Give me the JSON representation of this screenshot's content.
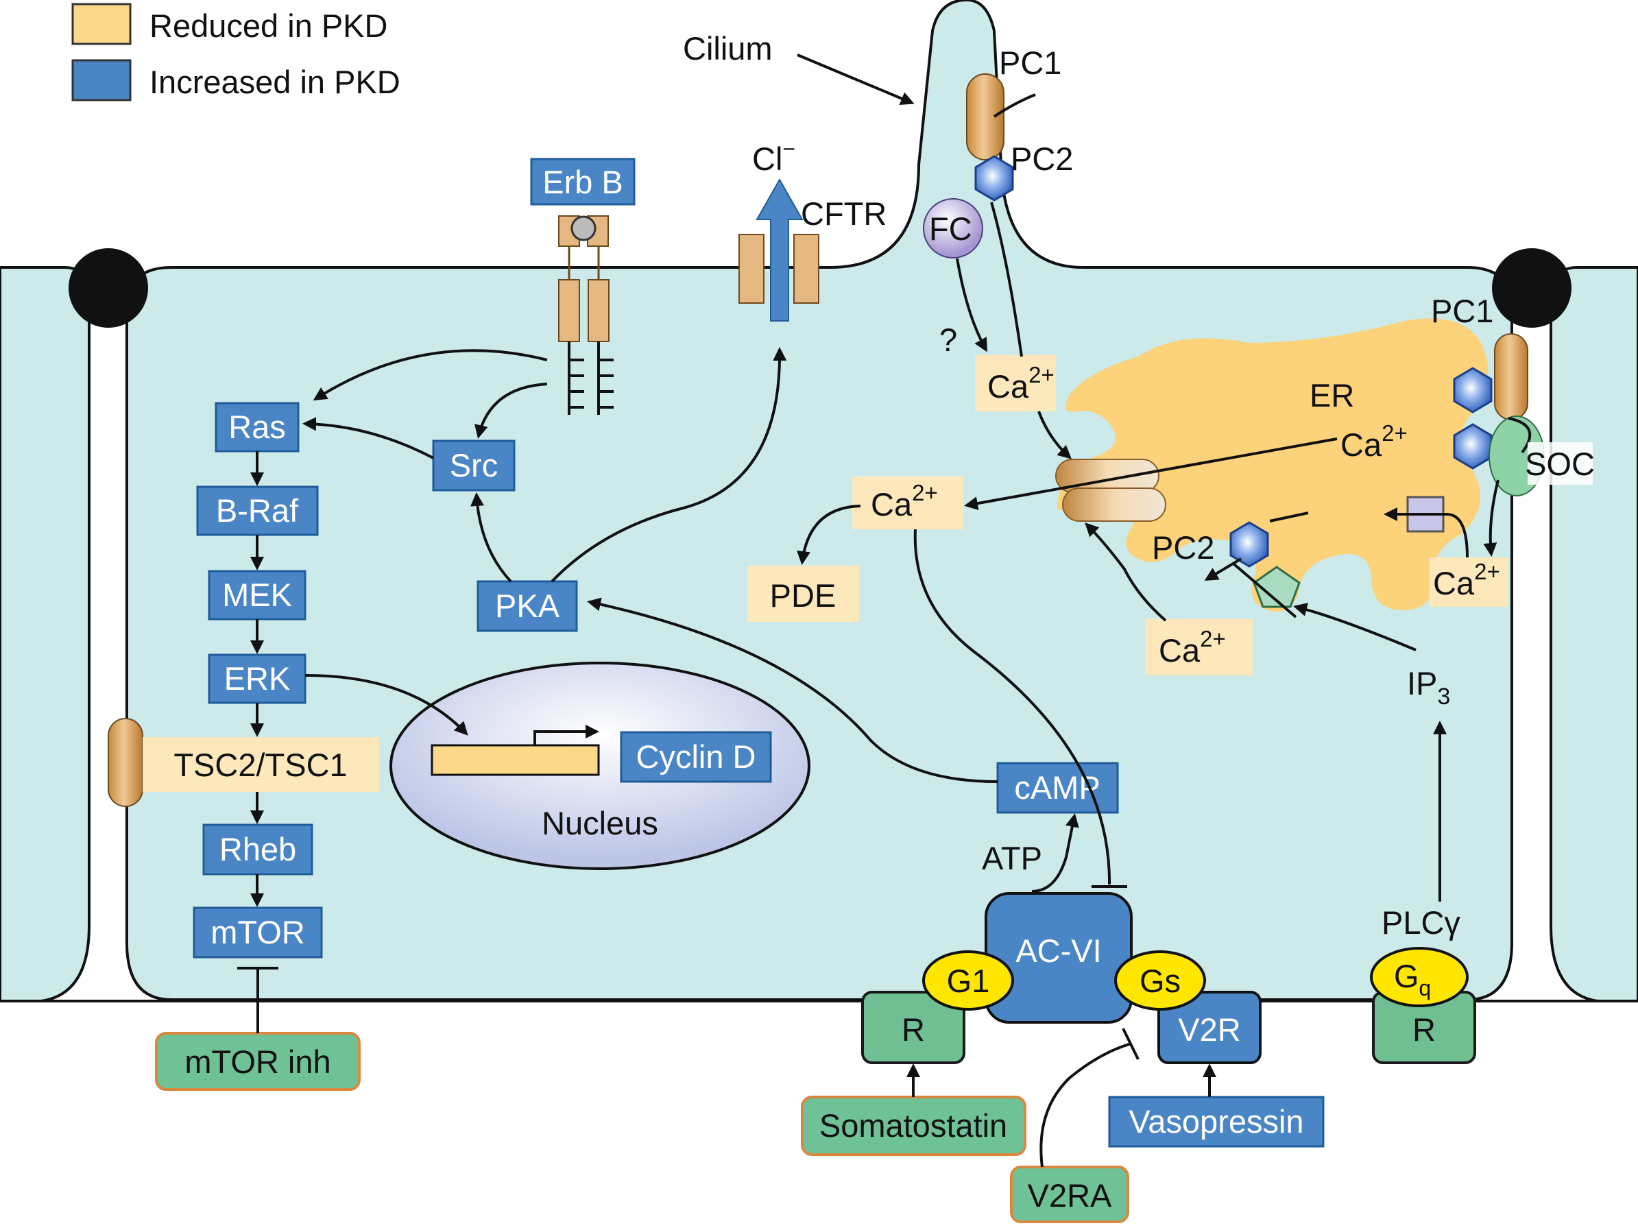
{
  "legend": {
    "reduced": {
      "label": "Reduced in PKD",
      "color": "#fcd98a"
    },
    "increased": {
      "label": "Increased in PKD",
      "color": "#4a86c6"
    }
  },
  "labels": {
    "cilium": "Cilium",
    "pc1_top": "PC1",
    "pc2_top": "PC2",
    "fc": "FC",
    "cl": "Cl",
    "cl_sup": "−",
    "cftr": "CFTR",
    "erbb": "Erb B",
    "question": "?",
    "pc1_right": "PC1",
    "er": "ER",
    "soc": "SOC",
    "pc2_er": "PC2",
    "ip3": "IP",
    "ip3_sub": "3",
    "plc": "PLCγ",
    "nucleus": "Nucleus",
    "atp": "ATP"
  },
  "calcium": {
    "base": "Ca",
    "sup": "2+"
  },
  "nodes": {
    "ras": "Ras",
    "braf": "B-Raf",
    "mek": "MEK",
    "erk": "ERK",
    "tsc": "TSC2/TSC1",
    "rheb": "Rheb",
    "mtor": "mTOR",
    "mtor_inh": "mTOR inh",
    "src": "Src",
    "pka": "PKA",
    "pde": "PDE",
    "cyclin": "Cyclin D",
    "camp": "cAMP",
    "acvi": "AC-VI",
    "g1": "G1",
    "gs": "Gs",
    "gq": "G",
    "gq_sub": "q",
    "r_left": "R",
    "v2r": "V2R",
    "r_right": "R",
    "somatostatin": "Somatostatin",
    "vasopressin": "Vasopressin",
    "v2ra": "V2RA"
  },
  "colors": {
    "cytoplasm": "#cceaea",
    "er": "#fcd27a",
    "blue": "#4a86c6",
    "pale_yellow": "#fde8bc",
    "green": "#6fc196",
    "yellow_g": "#ffe600",
    "nucleus": "#c5cdea",
    "fc": "#b9acd8",
    "hexagon": "#3c6fd0"
  }
}
